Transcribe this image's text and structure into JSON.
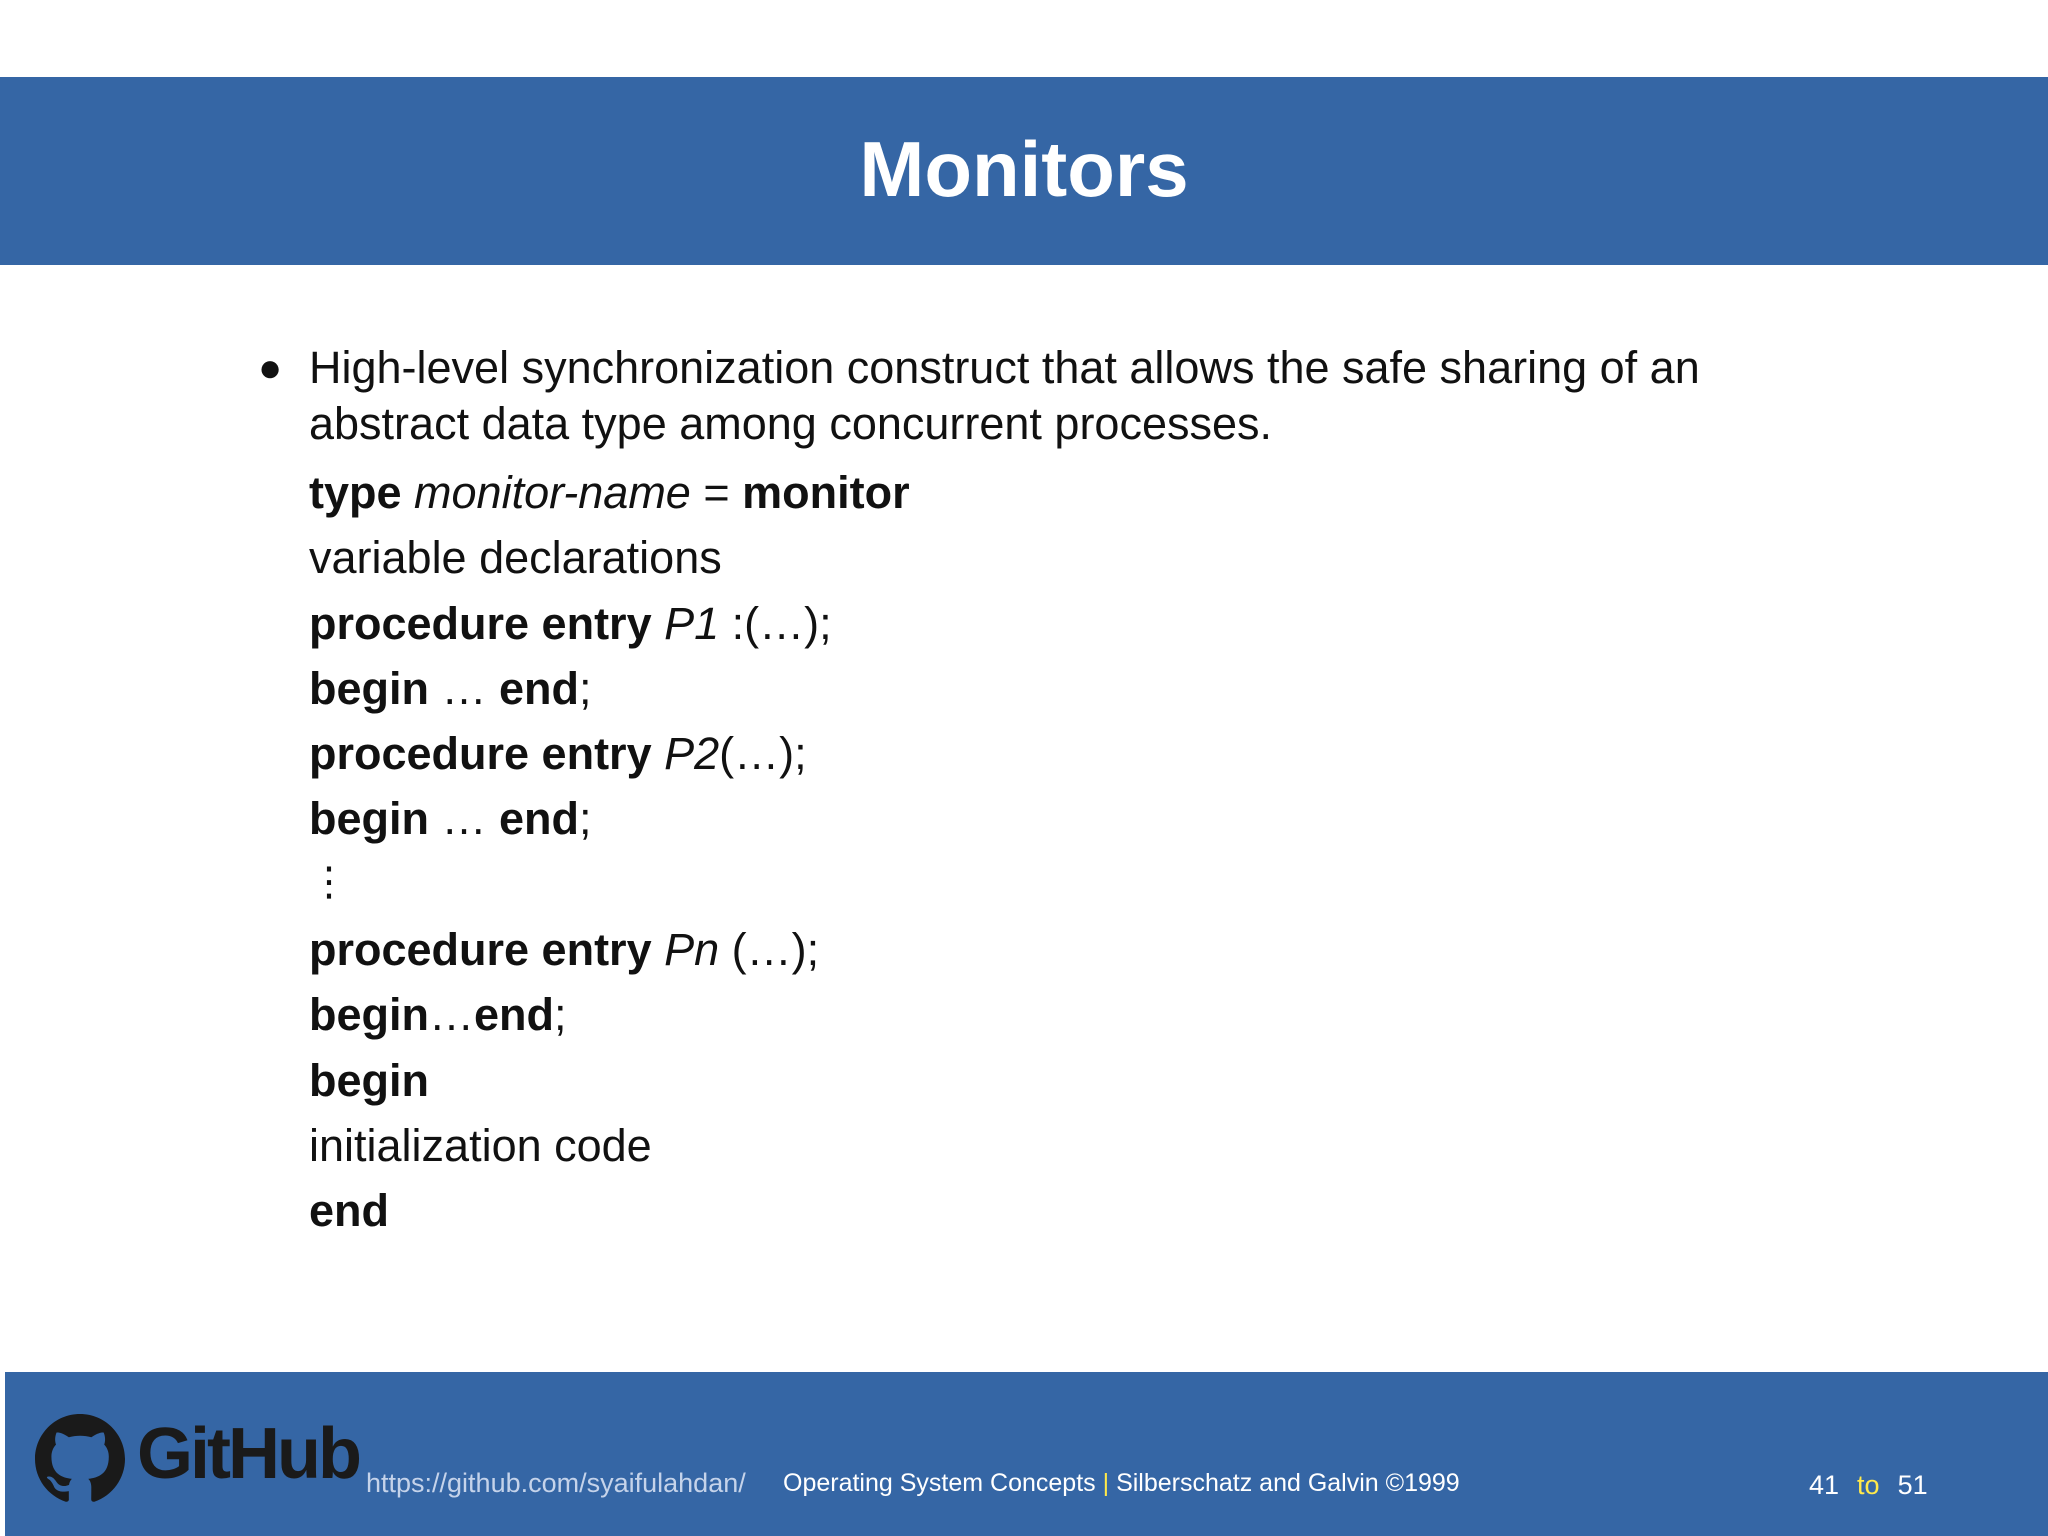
{
  "slide": {
    "title": "Monitors",
    "bullet": "High-level synchronization construct that allows the safe sharing of an abstract data type among concurrent processes."
  },
  "code": {
    "kw_type": "type",
    "monitor_name": "monitor-name",
    "equals": " = ",
    "kw_monitor": "monitor",
    "var_decl": "variable declarations",
    "kw_procedure_entry": "procedure entry ",
    "p1": "P1",
    "p1_args": " :(…);",
    "p2": "P2",
    "p2_args": "(…);",
    "pn": "Pn",
    "pn_args": " (…);",
    "kw_begin": "begin",
    "kw_end": "end",
    "ellipsis_spaced": " … ",
    "ellipsis": "…",
    "semicolon": ";",
    "vdots": "⋮",
    "init_code": "initialization code"
  },
  "footer": {
    "logo_icon": "github-octocat-icon",
    "logo_text": "GitHub",
    "url": "https://github.com/syaifulahdan/",
    "course": "Operating System Concepts",
    "separator": "|",
    "authors": "Silberschatz and Galvin ©1999",
    "page_current": "41",
    "page_to": "to",
    "page_total": "51"
  },
  "colors": {
    "bar": "#3566a5",
    "accent": "#ffe94a",
    "url": "#c5d3ea"
  }
}
